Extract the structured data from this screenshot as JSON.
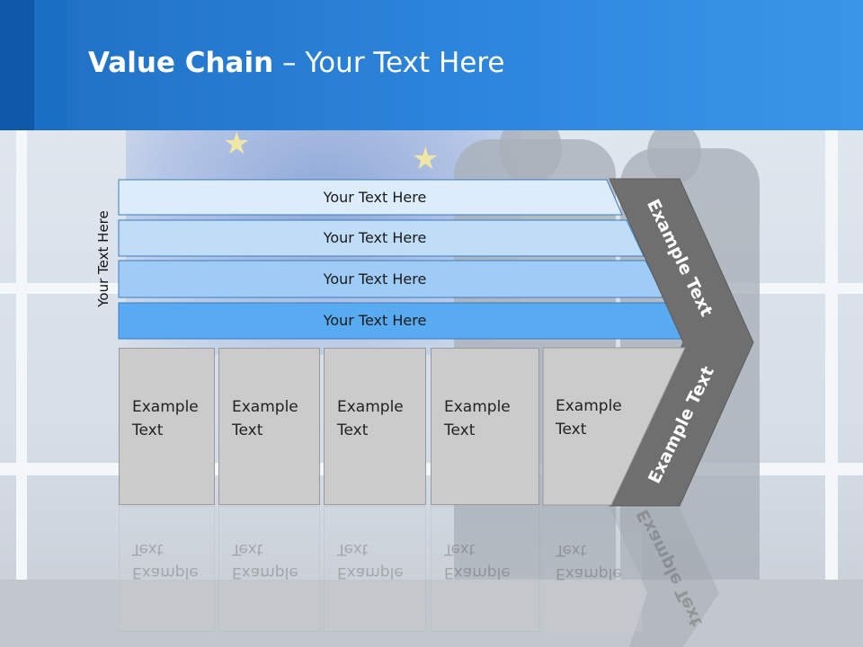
{
  "header": {
    "title_bold": "Value Chain",
    "title_rest": " – Your Text Here"
  },
  "side_label": "Your Text Here",
  "rows": [
    {
      "label": "Your Text Here",
      "color": "#dcecfb"
    },
    {
      "label": "Your Text Here",
      "color": "#c0ddf8"
    },
    {
      "label": "Your Text Here",
      "color": "#9fccf6"
    },
    {
      "label": "Your Text Here",
      "color": "#58abf0"
    }
  ],
  "boxes": [
    {
      "line1": "Example",
      "line2": "Text"
    },
    {
      "line1": "Example",
      "line2": "Text"
    },
    {
      "line1": "Example",
      "line2": "Text"
    },
    {
      "line1": "Example",
      "line2": "Text"
    },
    {
      "line1": "Example",
      "line2": "Text"
    }
  ],
  "chevron": {
    "upper_label": "Example Text",
    "lower_label": "Example Text",
    "color": "#6f6f6f"
  },
  "colors": {
    "header_blue": "#2d86dc",
    "row_border": "#3a7cc0",
    "box_grey": "#cbcbcb"
  }
}
